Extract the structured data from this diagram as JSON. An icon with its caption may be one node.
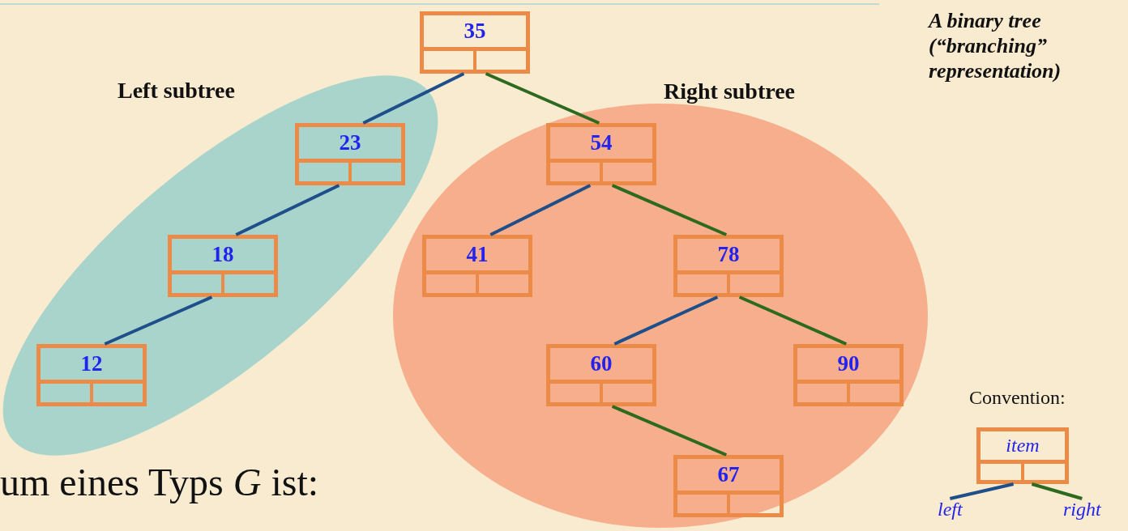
{
  "diagram": {
    "nodes": [
      {
        "text": [
          "35"
        ]
      },
      {
        "text": [
          "Left subtree"
        ]
      },
      {
        "text": [
          "23"
        ],
        "in": 1
      },
      {
        "text": [
          "18"
        ],
        "in": 1
      },
      {
        "text": [
          "12"
        ],
        "in": 1
      },
      {
        "text": [
          "Right subtree"
        ]
      },
      {
        "text": [
          "54"
        ],
        "in": 5
      },
      {
        "text": [
          "41"
        ],
        "in": 5
      },
      {
        "text": [
          "78"
        ],
        "in": 5
      },
      {
        "text": [
          "60"
        ],
        "in": 5
      },
      {
        "text": [
          "90"
        ],
        "in": 5
      },
      {
        "text": [
          "67"
        ],
        "in": 5
      },
      {
        "text": [
          "item"
        ]
      },
      {
        "text": [
          "left"
        ]
      },
      {
        "text": [
          "right"
        ]
      }
    ],
    "edges": [
      {
        "from": 0,
        "to": 2,
        "arrow": "none"
      },
      {
        "from": 0,
        "to": 6,
        "arrow": "none",
        "color": "#2d6a1f"
      },
      {
        "from": 2,
        "to": 3,
        "arrow": "none"
      },
      {
        "from": 3,
        "to": 4,
        "arrow": "none"
      },
      {
        "from": 6,
        "to": 7,
        "arrow": "none"
      },
      {
        "from": 6,
        "to": 8,
        "arrow": "none",
        "color": "#2d6a1f"
      },
      {
        "from": 8,
        "to": 9,
        "arrow": "none"
      },
      {
        "from": 8,
        "to": 10,
        "arrow": "none",
        "color": "#2d6a1f"
      },
      {
        "from": 9,
        "to": 11,
        "arrow": "none",
        "color": "#2d6a1f"
      },
      {
        "from": 12,
        "to": 13,
        "arrow": "none"
      },
      {
        "from": 12,
        "to": 14,
        "arrow": "none",
        "color": "#2d6a1f"
      }
    ],
    "labels": [
      "A binary tree (“branching” representation)",
      "Convention:",
      "um eines Typs *G* ist:"
    ]
  }
}
